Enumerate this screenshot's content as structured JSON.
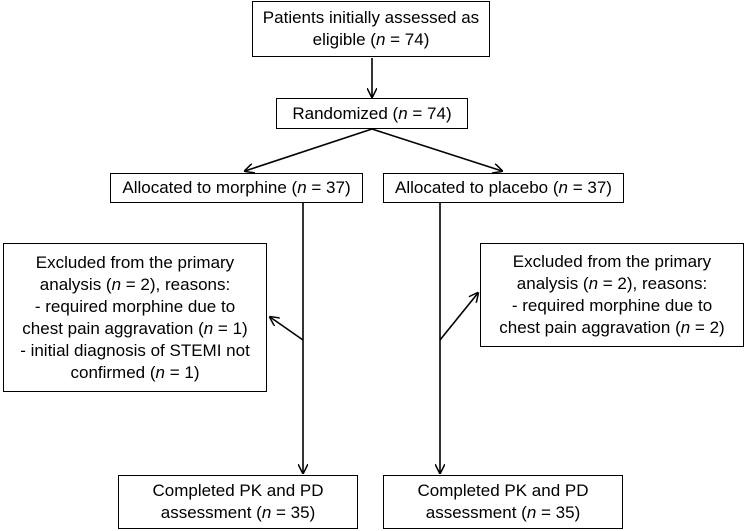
{
  "nodes": {
    "eligible": {
      "lines": [
        "Patients initially assessed as",
        "eligible (n = 74)"
      ]
    },
    "randomized": {
      "lines": [
        "Randomized (n = 74)"
      ]
    },
    "morphine": {
      "lines": [
        "Allocated to morphine (n = 37)"
      ]
    },
    "placebo": {
      "lines": [
        "Allocated to placebo (n = 37)"
      ]
    },
    "excluded_morphine": {
      "lines": [
        "Excluded from the primary",
        "analysis (n = 2), reasons:",
        "- required morphine due to",
        "chest pain aggravation (n = 1)",
        "- initial diagnosis of STEMI not",
        "confirmed (n = 1)"
      ]
    },
    "excluded_placebo": {
      "lines": [
        "Excluded from the primary",
        "analysis (n = 2), reasons:",
        "- required morphine due to",
        "chest pain aggravation (n = 2)"
      ]
    },
    "completed_morphine": {
      "lines": [
        "Completed PK and PD",
        "assessment (n = 35)"
      ]
    },
    "completed_placebo": {
      "lines": [
        "Completed PK and PD",
        "assessment (n = 35)"
      ]
    }
  }
}
